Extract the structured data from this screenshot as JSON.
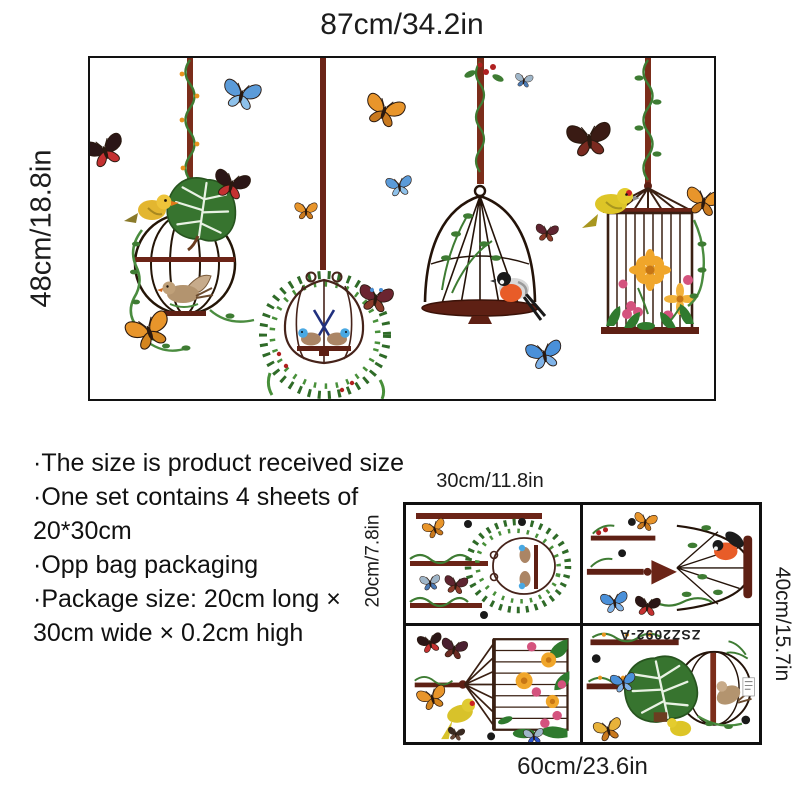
{
  "main_diagram": {
    "width_label": "87cm/34.2in",
    "height_label": "48cm/18.8in"
  },
  "notes": [
    "·The size is product received size",
    "·One set contains 4 sheets of 20*30cm",
    "·Opp bag packaging",
    "·Package size: 20cm long × 30cm wide × 0.2cm high"
  ],
  "sheet_diagram": {
    "sheet_width_label": "30cm/11.8in",
    "sheet_height_label": "20cm/7.8in",
    "total_height_label": "40cm/15.7in",
    "total_width_label": "60cm/23.6in",
    "sku": "ZSZ2092-A"
  },
  "colors": {
    "pole_brown": "#7b2d1a",
    "bar_dark": "#5e2014",
    "cage_wire": "#2a190f",
    "vine_green": "#3e7c33",
    "leaf_green": "#2f7a2e",
    "text": "#161616"
  }
}
